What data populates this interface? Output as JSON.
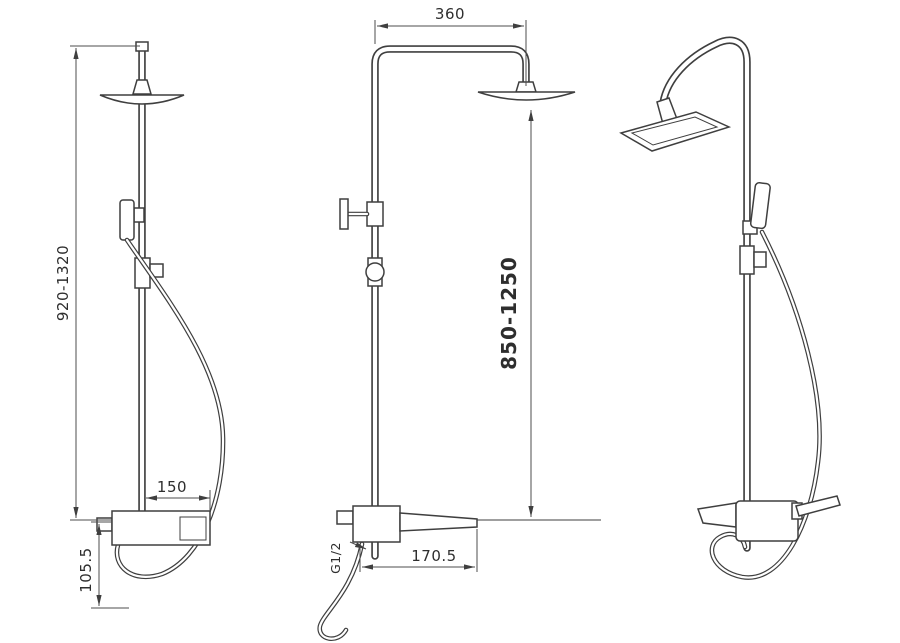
{
  "drawing": {
    "background": "#ffffff",
    "line_color": "#3f3f3f",
    "dimension_color": "#4d4d4d",
    "views": {
      "side": {
        "dims": {
          "overall_height": "920-1320",
          "mixer_reach": "150",
          "base_offset": "105.5"
        }
      },
      "front": {
        "dims": {
          "arm_width": "360",
          "riser_height": "850-1250",
          "thread_size": "G1/2",
          "spout_reach": "170.5"
        }
      }
    }
  }
}
